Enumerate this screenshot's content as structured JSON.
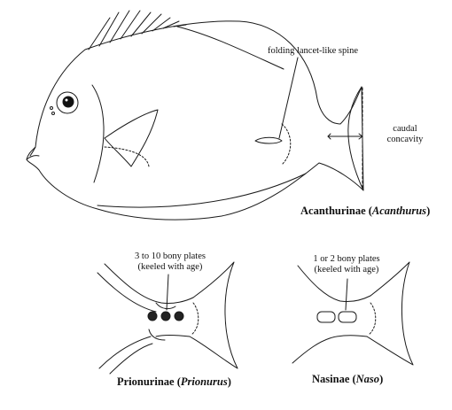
{
  "labels": {
    "spine": "folding lancet-like spine",
    "caudal_line1": "caudal",
    "caudal_line2": "concavity",
    "prion_plates_line1": "3 to 10 bony plates",
    "prion_plates_line2": "(keeled with age)",
    "naso_plates_line1": "1 or 2 bony plates",
    "naso_plates_line2": "(keeled with age)"
  },
  "captions": {
    "acanthurinae": {
      "name": "Acanthurinae (",
      "genus": "Acanthurus",
      "close": ")"
    },
    "prionurinae": {
      "name": "Prionurinae (",
      "genus": "Prionurus",
      "close": ")"
    },
    "nasinae": {
      "name": "Nasinae (",
      "genus": "Naso",
      "close": ")"
    }
  }
}
